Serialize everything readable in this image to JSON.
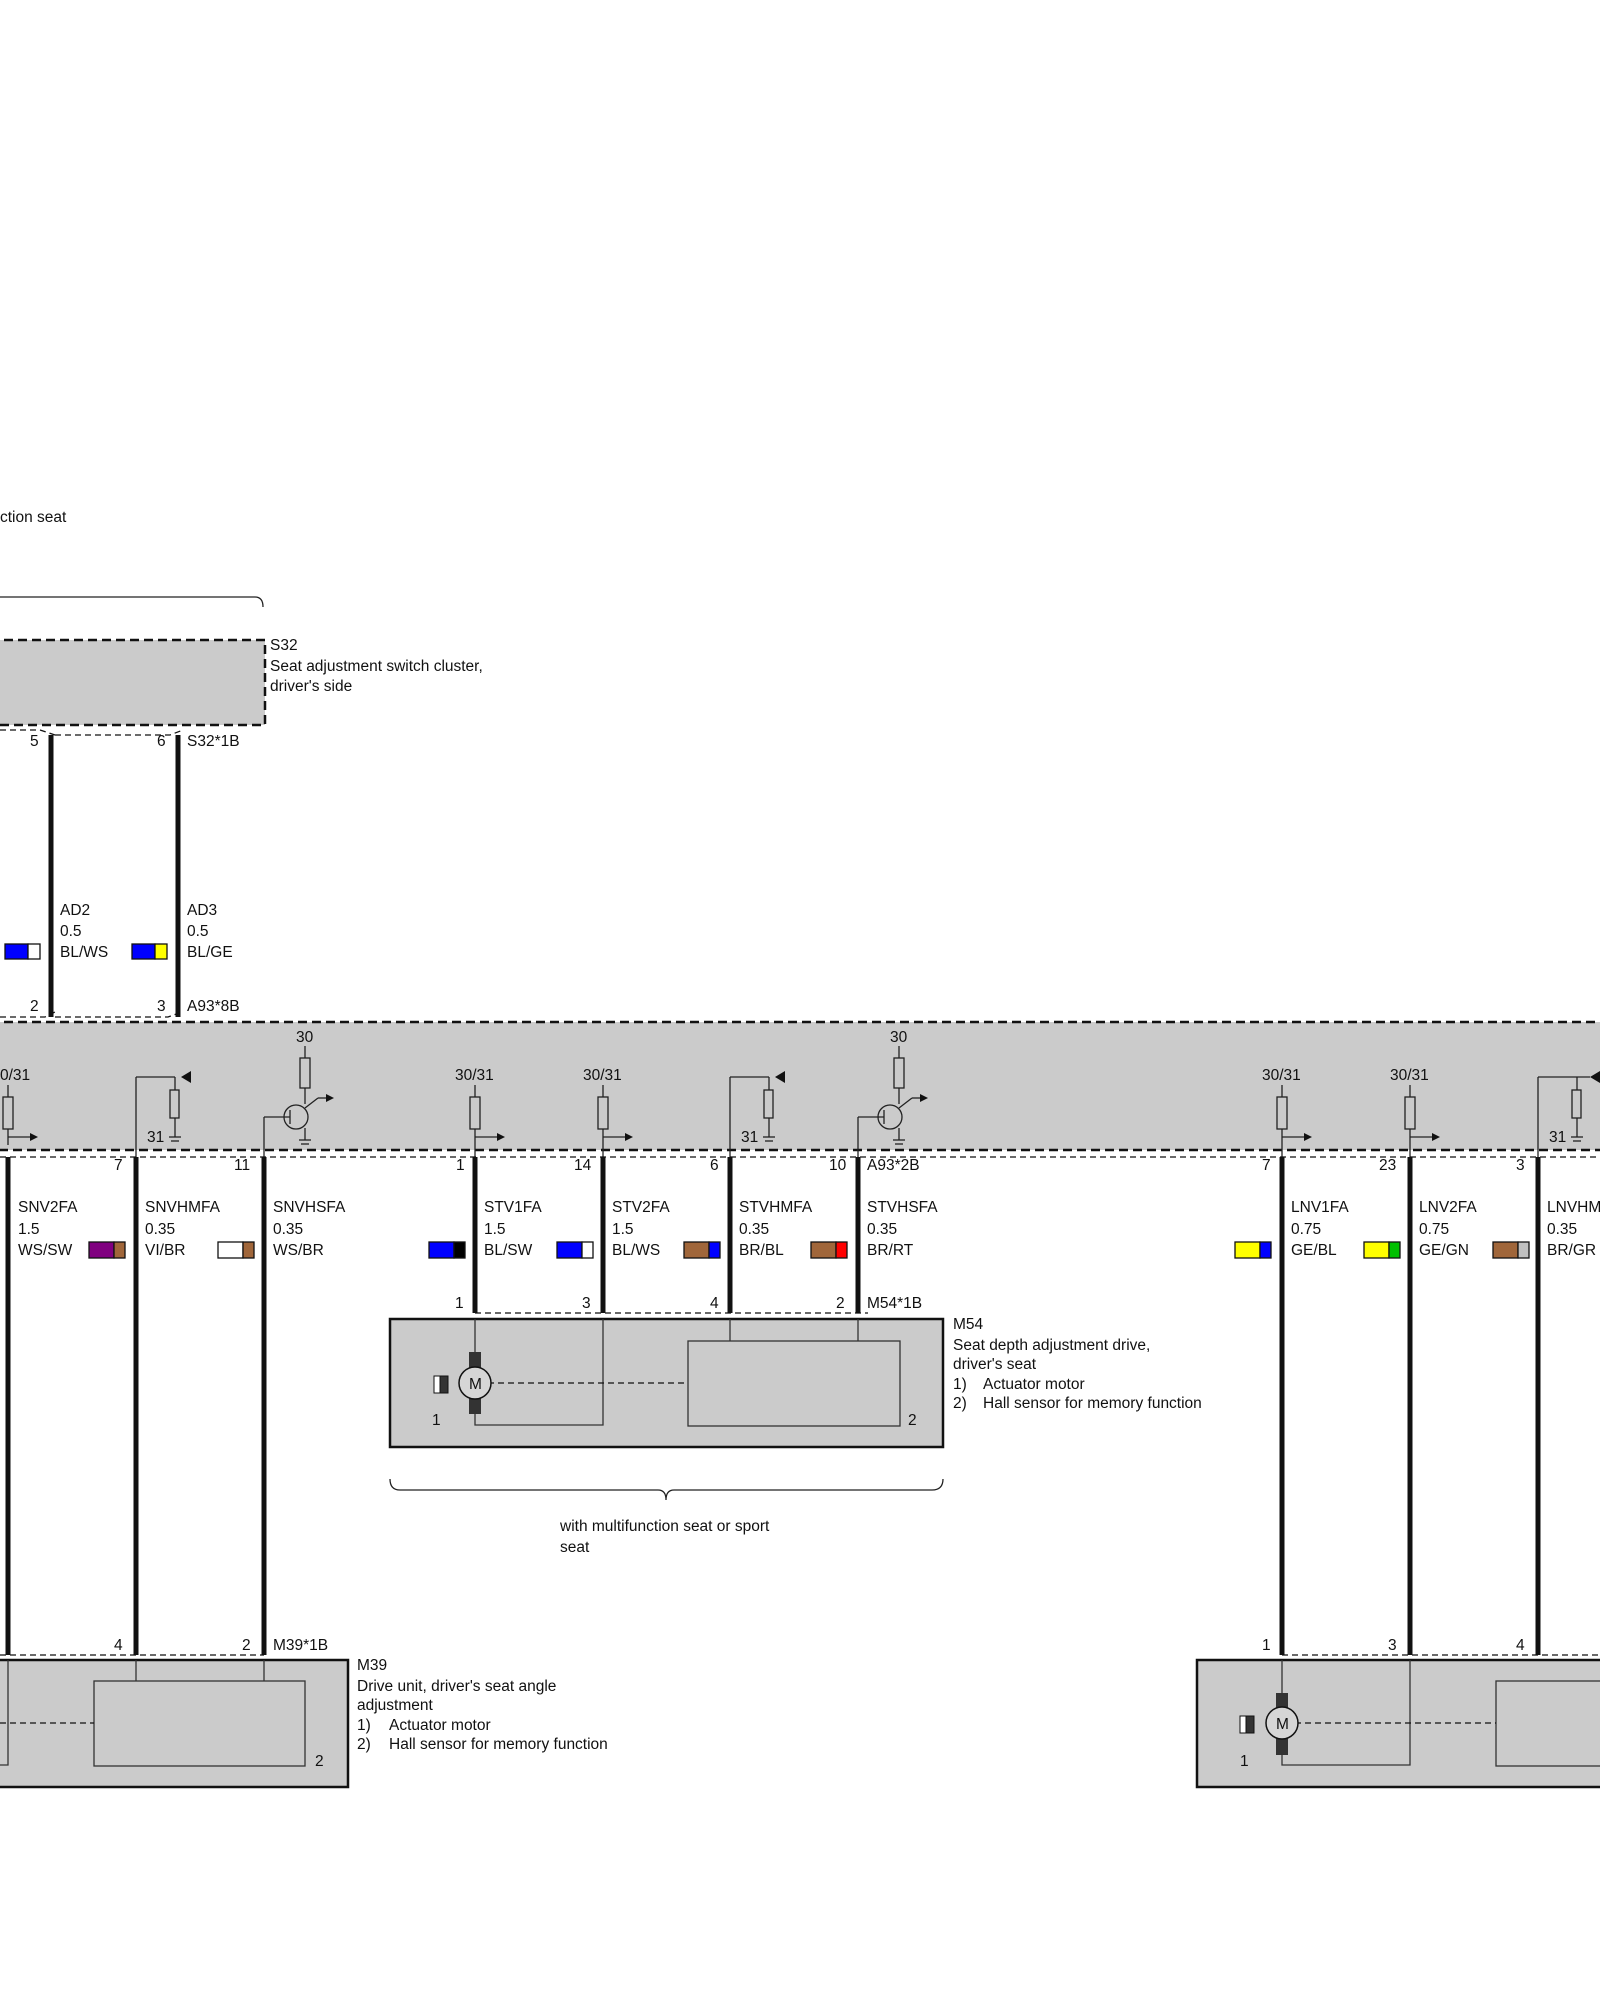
{
  "top_left_note": "ction seat",
  "s32": {
    "id": "S32",
    "desc_line1": "Seat adjustment switch cluster,",
    "desc_line2": "driver's side",
    "connector": "S32*1B",
    "pins": [
      "5",
      "6"
    ]
  },
  "a93": {
    "connector_8b": "A93*8B",
    "pins_8b": [
      "2",
      "3"
    ],
    "connector_2b": "A93*2B",
    "pins_2b": [
      "7",
      "11",
      "1",
      "14",
      "6",
      "10",
      "7",
      "23",
      "3"
    ],
    "supply_labels": [
      "0/31",
      "30",
      "30/31",
      "30/31",
      "30",
      "30/31",
      "30/31"
    ],
    "ground_labels": [
      "31",
      "31",
      "31"
    ]
  },
  "upper_wires": [
    {
      "name": "AD2",
      "size": "0.5",
      "color_code": "BL/WS",
      "colors": [
        "#0000ff",
        "#ffffff"
      ]
    },
    {
      "name": "AD3",
      "size": "0.5",
      "color_code": "BL/GE",
      "colors": [
        "#0000ff",
        "#ffff00"
      ]
    }
  ],
  "lower_wires": [
    {
      "name": "SNV2FA",
      "size": "1.5",
      "color_code": "WS/SW",
      "colors": [
        "#800080",
        "#a0663a"
      ]
    },
    {
      "name": "SNVHMFA",
      "size": "0.35",
      "color_code": "VI/BR",
      "colors": [
        "#ffffff",
        "#a0663a"
      ]
    },
    {
      "name": "SNVHSFA",
      "size": "0.35",
      "color_code": "WS/BR",
      "colors": [
        "#0000ff",
        "#000000"
      ]
    },
    {
      "name": "STV1FA",
      "size": "1.5",
      "color_code": "BL/SW",
      "colors": [
        "#0000ff",
        "#ffffff"
      ]
    },
    {
      "name": "STV2FA",
      "size": "1.5",
      "color_code": "BL/WS",
      "colors": [
        "#a0663a",
        "#0000ff"
      ]
    },
    {
      "name": "STVHMFA",
      "size": "0.35",
      "color_code": "BR/BL",
      "colors": [
        "#a0663a",
        "#ff0000"
      ]
    },
    {
      "name": "STVHSFA",
      "size": "0.35",
      "color_code": "BR/RT",
      "colors": []
    },
    {
      "name": "LNV1FA",
      "size": "0.75",
      "color_code": "GE/BL",
      "colors": [
        "#ffff00",
        "#0000ff"
      ]
    },
    {
      "name": "LNV2FA",
      "size": "0.75",
      "color_code": "GE/GN",
      "colors": [
        "#ffff00",
        "#00c000"
      ]
    },
    {
      "name": "LNVHM",
      "size": "0.35",
      "color_code": "BR/GR",
      "colors": [
        "#a0663a",
        "#c0c0c0"
      ]
    }
  ],
  "m54": {
    "id": "M54",
    "connector": "M54*1B",
    "pins": [
      "1",
      "3",
      "4",
      "2"
    ],
    "desc_line1": "Seat depth adjustment drive,",
    "desc_line2": "driver's seat",
    "item1_no": "1)",
    "item1": "Actuator motor",
    "item2_no": "2)",
    "item2": "Hall sensor for memory function",
    "label_1": "1",
    "label_2": "2",
    "motor_symbol": "M"
  },
  "m54_note": {
    "line1": "with multifunction seat or sport",
    "line2": "seat"
  },
  "m39": {
    "id": "M39",
    "connector": "M39*1B",
    "pins": [
      "4",
      "2"
    ],
    "desc_line1": "Drive unit, driver's seat angle",
    "desc_line2": "adjustment",
    "item1_no": "1)",
    "item1": "Actuator motor",
    "item2_no": "2)",
    "item2": "Hall sensor for memory function",
    "label_2": "2"
  },
  "right_motor": {
    "pins": [
      "1",
      "3",
      "4"
    ],
    "label_1": "1",
    "motor_symbol": "M"
  }
}
